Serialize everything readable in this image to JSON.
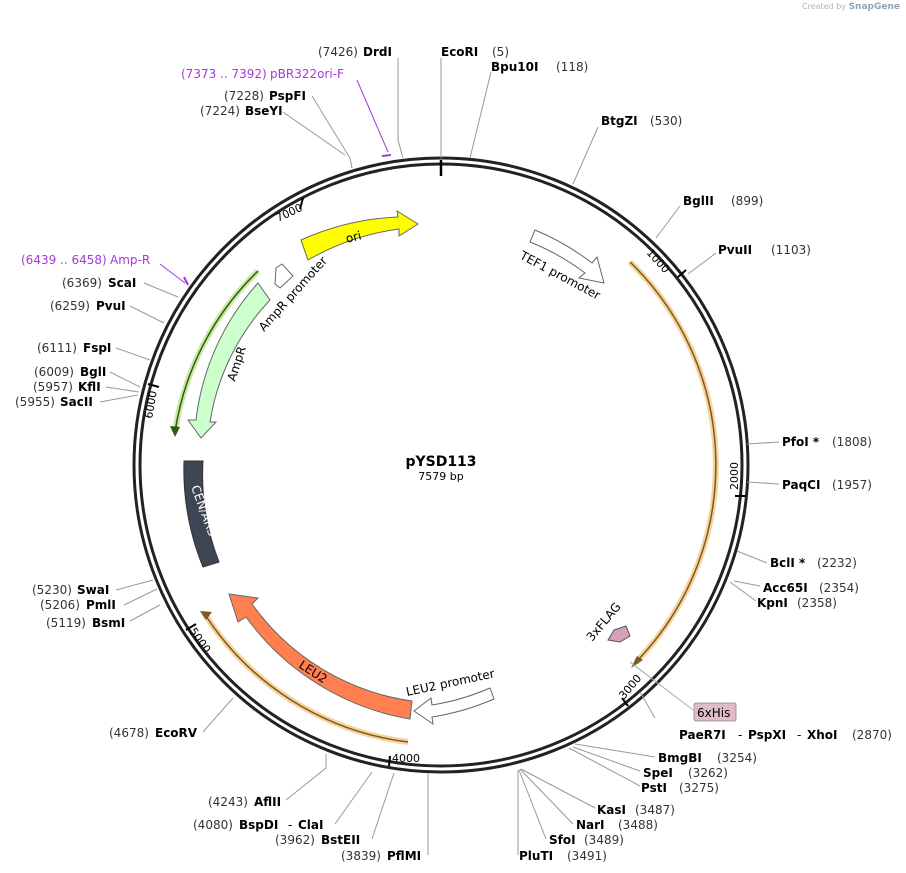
{
  "watermark": {
    "created_by": "Created by",
    "brand": "SnapGene"
  },
  "plasmid": {
    "name": "pYSD113",
    "size_label": "7579 bp",
    "length": 7579
  },
  "ticks": [
    {
      "pos": 1000,
      "label": "1000"
    },
    {
      "pos": 2000,
      "label": "2000"
    },
    {
      "pos": 3000,
      "label": "3000"
    },
    {
      "pos": 4000,
      "label": "4000"
    },
    {
      "pos": 5000,
      "label": "5000"
    },
    {
      "pos": 6000,
      "label": "6000"
    },
    {
      "pos": 7000,
      "label": "7000"
    }
  ],
  "features": [
    {
      "name": "ori",
      "color": "#ffff00"
    },
    {
      "name": "TEF1 promoter",
      "color": "#ffffff"
    },
    {
      "name": "AmpR promoter",
      "color": "#ffffff"
    },
    {
      "name": "AmpR",
      "color": "#ccffcc"
    },
    {
      "name": "CEN/ARS",
      "color": "#3c4654"
    },
    {
      "name": "LEU2",
      "color": "#ff7f50"
    },
    {
      "name": "LEU2 promoter",
      "color": "#ffffff"
    },
    {
      "name": "3xFLAG",
      "color": "#d3a0b8"
    },
    {
      "name": "6xHis",
      "color": "#e0bccb"
    }
  ],
  "primers": [
    {
      "range": "(7373 .. 7392)",
      "name": "pBR322ori-F",
      "color": "#a23bd6"
    },
    {
      "range": "(6439 .. 6458)",
      "name": "Amp-R",
      "color": "#a23bd6"
    }
  ],
  "enzymes_top": [
    {
      "pos": "(7426)",
      "name": "DrdI"
    },
    {
      "pos": "(5)",
      "name": "EcoRI"
    },
    {
      "pos": "(118)",
      "name": "Bpu10I"
    },
    {
      "pos": "(530)",
      "name": "BtgZI"
    },
    {
      "pos": "(899)",
      "name": "BglII"
    },
    {
      "pos": "(1103)",
      "name": "PvuII"
    }
  ],
  "enzymes_right": [
    {
      "pos": "(1808)",
      "name": "PfoI *"
    },
    {
      "pos": "(1957)",
      "name": "PaqCI"
    },
    {
      "pos": "(2232)",
      "name": "BclI *"
    },
    {
      "pos": "(2354)",
      "name": "Acc65I"
    },
    {
      "pos": "(2358)",
      "name": "KpnI"
    }
  ],
  "enzyme_group_2870": {
    "names": [
      "PaeR7I",
      "PspXI",
      "XhoI"
    ],
    "sep": "-",
    "pos": "(2870)"
  },
  "enzymes_bottom_right": [
    {
      "pos": "(3254)",
      "name": "BmgBI"
    },
    {
      "pos": "(3262)",
      "name": "SpeI"
    },
    {
      "pos": "(3275)",
      "name": "PstI"
    },
    {
      "pos": "(3487)",
      "name": "KasI"
    },
    {
      "pos": "(3488)",
      "name": "NarI"
    },
    {
      "pos": "(3489)",
      "name": "SfoI"
    },
    {
      "pos": "(3491)",
      "name": "PluTI"
    }
  ],
  "enzymes_bottom_left": [
    {
      "pos": "(4243)",
      "name": "AflII"
    },
    {
      "pos": "(3962)",
      "name": "BstEII"
    },
    {
      "pos": "(3839)",
      "name": "PflMI"
    }
  ],
  "enzyme_group_4080": {
    "names": [
      "BspDI",
      "ClaI"
    ],
    "sep": "-",
    "pos": "(4080)"
  },
  "enzymes_left": [
    {
      "pos": "(4678)",
      "name": "EcoRV"
    },
    {
      "pos": "(5119)",
      "name": "BsmI"
    },
    {
      "pos": "(5206)",
      "name": "PmlI"
    },
    {
      "pos": "(5230)",
      "name": "SwaI"
    },
    {
      "pos": "(5955)",
      "name": "SacII"
    },
    {
      "pos": "(5957)",
      "name": "KflI"
    },
    {
      "pos": "(6009)",
      "name": "BglI"
    },
    {
      "pos": "(6111)",
      "name": "FspI"
    },
    {
      "pos": "(6259)",
      "name": "PvuI"
    },
    {
      "pos": "(6369)",
      "name": "ScaI"
    },
    {
      "pos": "(7224)",
      "name": "BseYI"
    },
    {
      "pos": "(7228)",
      "name": "PspFI"
    }
  ]
}
